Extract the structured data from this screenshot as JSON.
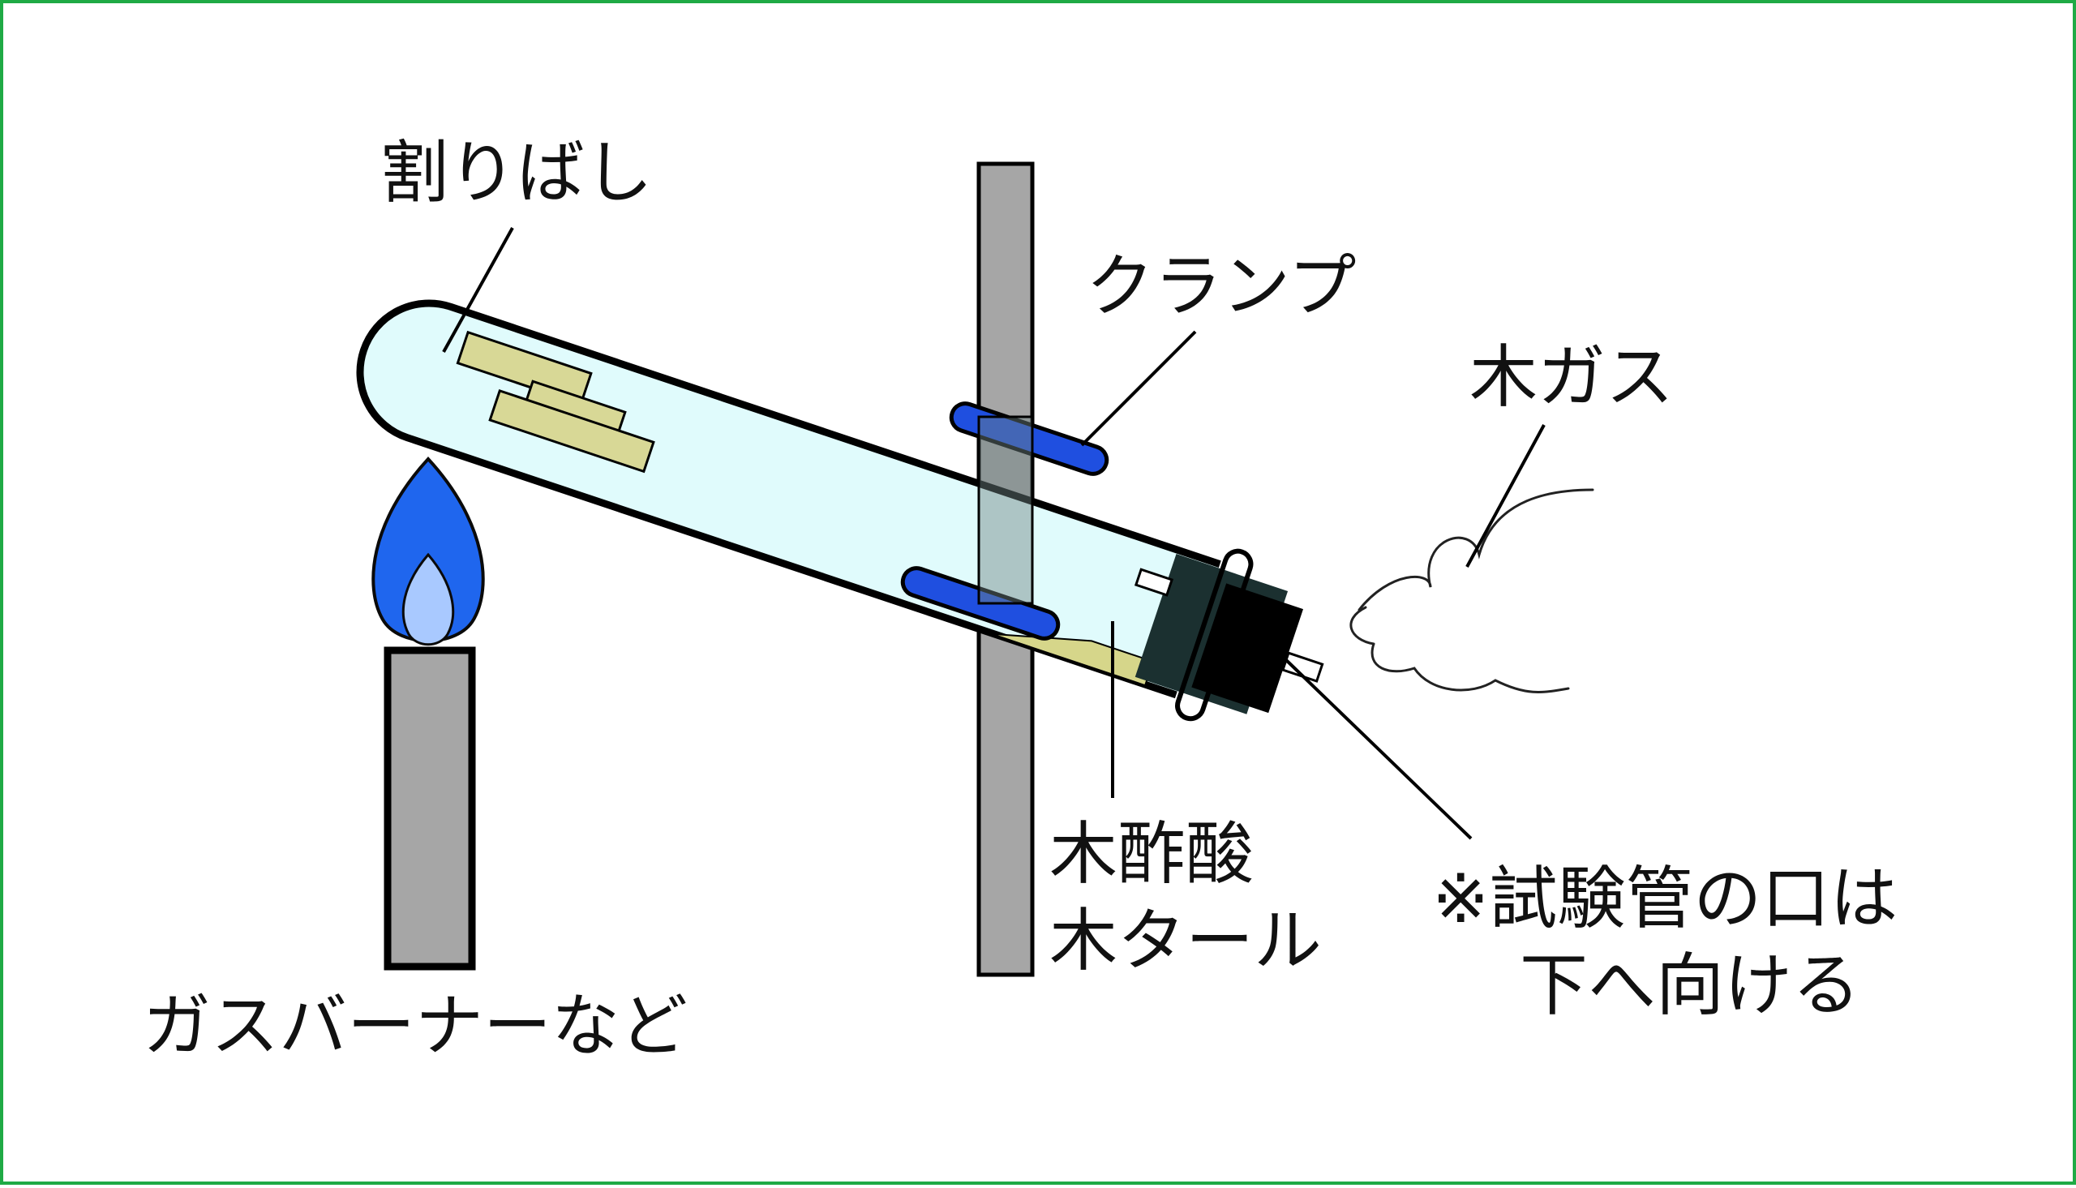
{
  "labels": {
    "splints": "割りばし",
    "clamp": "クランプ",
    "wood_gas": "木ガス",
    "pyroligneous_acid": "木酢酸",
    "wood_tar": "木タール",
    "note_line1": "※試験管の口は",
    "note_line2": "下へ向ける",
    "burner": "ガスバーナーなど"
  },
  "colors": {
    "border": "#1faa45",
    "tube_glass": "#e0fbfc",
    "stand_rod": "#a6a6a6",
    "clamp": "#1f4fe0",
    "wood": "#d8d896",
    "liquid": "#d6d68a",
    "stopper": "#1b3030",
    "flame_outer": "#1f66ee",
    "flame_inner": "#a9c9ff",
    "burner": "#a6a6a6"
  },
  "icons": {
    "flame": "flame-icon",
    "smoke": "smoke-cloud-icon"
  }
}
